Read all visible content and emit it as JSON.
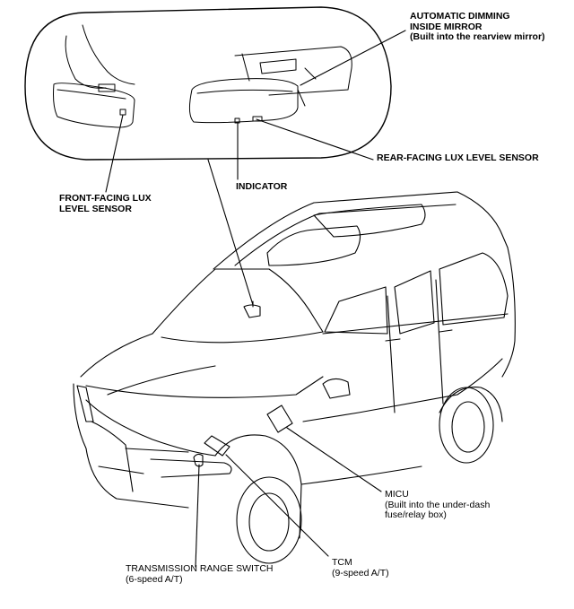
{
  "labels": {
    "mirror": {
      "line1": "AUTOMATIC DIMMING",
      "line2": "INSIDE MIRROR",
      "line3": "(Built into the rearview mirror)"
    },
    "rear_sensor": "REAR-FACING LUX LEVEL SENSOR",
    "indicator": "INDICATOR",
    "front_sensor": {
      "line1": "FRONT-FACING LUX",
      "line2": "LEVEL SENSOR"
    },
    "micu": {
      "line1": "MICU",
      "line2": "(Built into the under-dash",
      "line3": "fuse/relay box)"
    },
    "tcm": {
      "line1": "TCM",
      "line2": "(9-speed A/T)"
    },
    "trans_switch": {
      "line1": "TRANSMISSION RANGE SWITCH",
      "line2": "(6-speed A/T)"
    }
  }
}
